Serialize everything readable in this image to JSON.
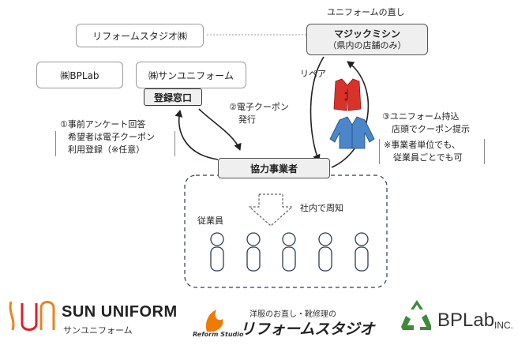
{
  "boxes": {
    "reform": "リフォームスタジオ㈱",
    "bplab": "㈱BPLab",
    "sun": "㈱サンユニフォーム",
    "window": "登録窓口",
    "magic_title": "マジックミシン",
    "magic_sub": "（県内の店舗のみ）",
    "partner": "協力事業者"
  },
  "labels": {
    "uniform_repair": "ユニフォームの直し",
    "repair": "リペア",
    "step1_title": "①事前アンケート回答",
    "step1_line1": "希望者は電子クーポン",
    "step1_line2": "利用登録（※任意）",
    "step2_line1": "②電子クーポン",
    "step2_line2": "発行",
    "step3_line1": "③ユニフォーム持込",
    "step3_line2": "店頭でクーポン提示",
    "note_line1": "※事業者単位でも、",
    "note_line2": "従業員ごとでも可",
    "notice": "社内で周知",
    "employees": "従業員"
  },
  "logos": {
    "sun_mark": "SUN",
    "sun_name": "SUN UNIFORM",
    "sun_kana": "サンユニフォーム",
    "reform_tag": "洋服のお直し・靴修理の",
    "reform_sub": "Reform Studio",
    "reform_name": "リフォームスタジオ",
    "bplab_name": "BPLab",
    "bplab_inc": "INC."
  },
  "colors": {
    "sun_orange": "#e8841a",
    "sun_red": "#d8202a",
    "reform_orange": "#ee7a00",
    "bplab_green": "#3e8a3a",
    "vest_red": "#d9322a",
    "jacket_blue": "#4a86c8",
    "box_gray": "#efefef",
    "dash_navy": "#2d3a5a"
  },
  "icons": [
    "vest-icon",
    "jacket-icon",
    "down-arrow-icon",
    "person-icon",
    "recycle-icon"
  ]
}
